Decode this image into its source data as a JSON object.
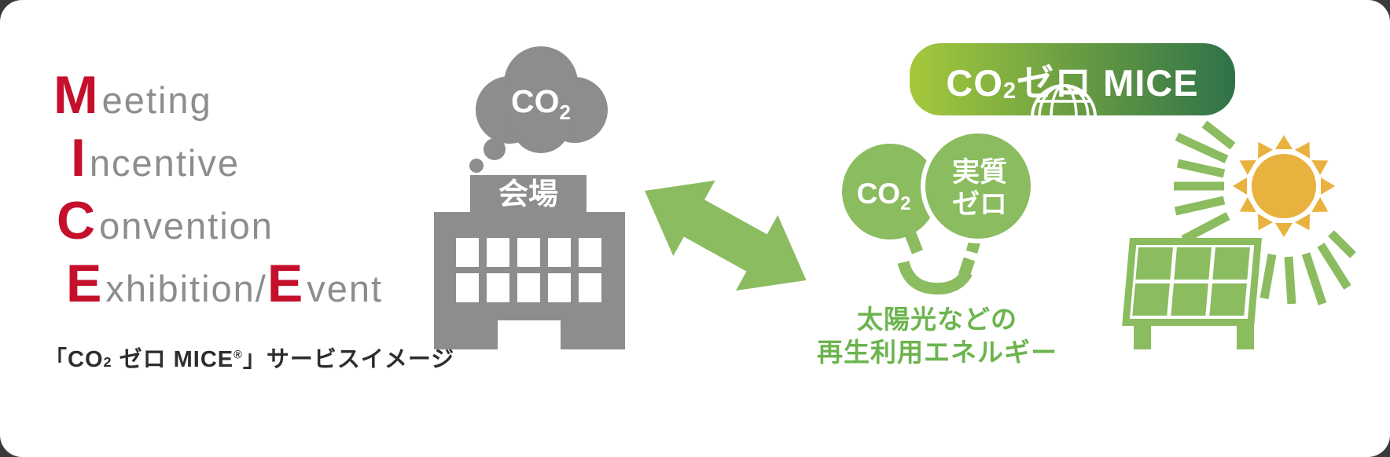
{
  "colors": {
    "accent_red": "#c5102c",
    "text_gray": "#8d8d8d",
    "illust_gray": "#8d8d8d",
    "caption_dark": "#2d2d2d",
    "illust_green": "#8bbc60",
    "text_green": "#6cb44e",
    "badge_gradient_start": "#a5c93c",
    "badge_gradient_end": "#2f7249",
    "sun_orange": "#e9b23e",
    "white": "#ffffff"
  },
  "mice": {
    "lines": [
      {
        "segments": [
          {
            "text": "M",
            "accent": true
          },
          {
            "text": "eeting",
            "accent": false
          }
        ]
      },
      {
        "segments": [
          {
            "text": "I",
            "accent": true
          },
          {
            "text": "ncentive",
            "accent": false
          }
        ]
      },
      {
        "segments": [
          {
            "text": "C",
            "accent": true
          },
          {
            "text": "onvention",
            "accent": false
          }
        ]
      },
      {
        "segments": [
          {
            "text": "E",
            "accent": true
          },
          {
            "text": "xhibition/",
            "accent": false
          },
          {
            "text": "E",
            "accent": true
          },
          {
            "text": "vent",
            "accent": false
          }
        ]
      }
    ]
  },
  "caption": {
    "open": "「CO",
    "sub": "2",
    "mid": " ゼロ MICE",
    "reg": "®",
    "close": "」サービスイメージ"
  },
  "venue": {
    "cloud_co": "CO",
    "cloud_sub": "2",
    "sign": "会場"
  },
  "badge": {
    "co": "CO",
    "sub": "2",
    "zero": "ゼロ",
    "mice": "MICE"
  },
  "balloons": {
    "left_co": "CO",
    "left_sub": "2",
    "right_line1": "実質",
    "right_line2": "ゼロ"
  },
  "renewable": {
    "line1": "太陽光などの",
    "line2": "再生利用エネルギー"
  }
}
